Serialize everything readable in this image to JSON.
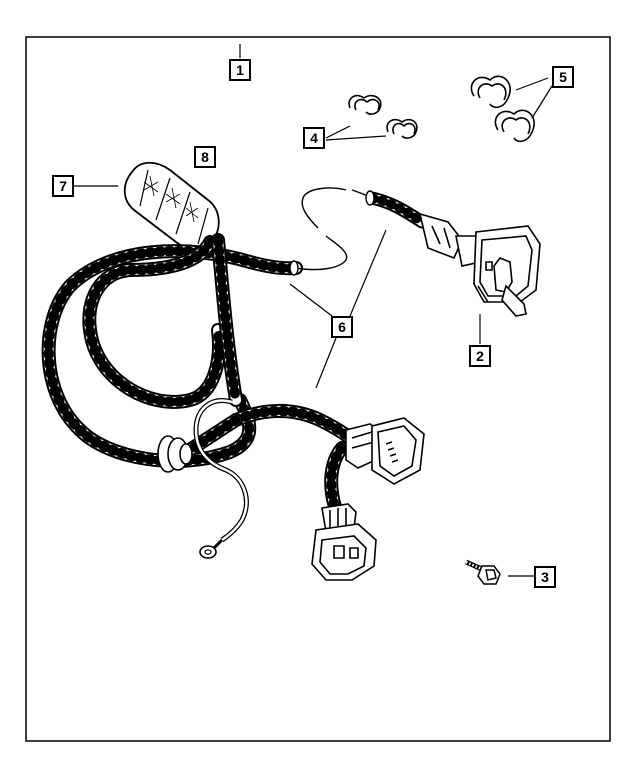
{
  "diagram": {
    "callouts": [
      {
        "id": "c1",
        "label": "1"
      },
      {
        "id": "c2",
        "label": "2"
      },
      {
        "id": "c3",
        "label": "3"
      },
      {
        "id": "c4",
        "label": "4"
      },
      {
        "id": "c5",
        "label": "5"
      },
      {
        "id": "c6",
        "label": "6"
      },
      {
        "id": "c7",
        "label": "7"
      },
      {
        "id": "c8",
        "label": "8"
      }
    ],
    "colors": {
      "line": "#000000",
      "background": "#ffffff",
      "sleeve_band": "#000000"
    }
  }
}
